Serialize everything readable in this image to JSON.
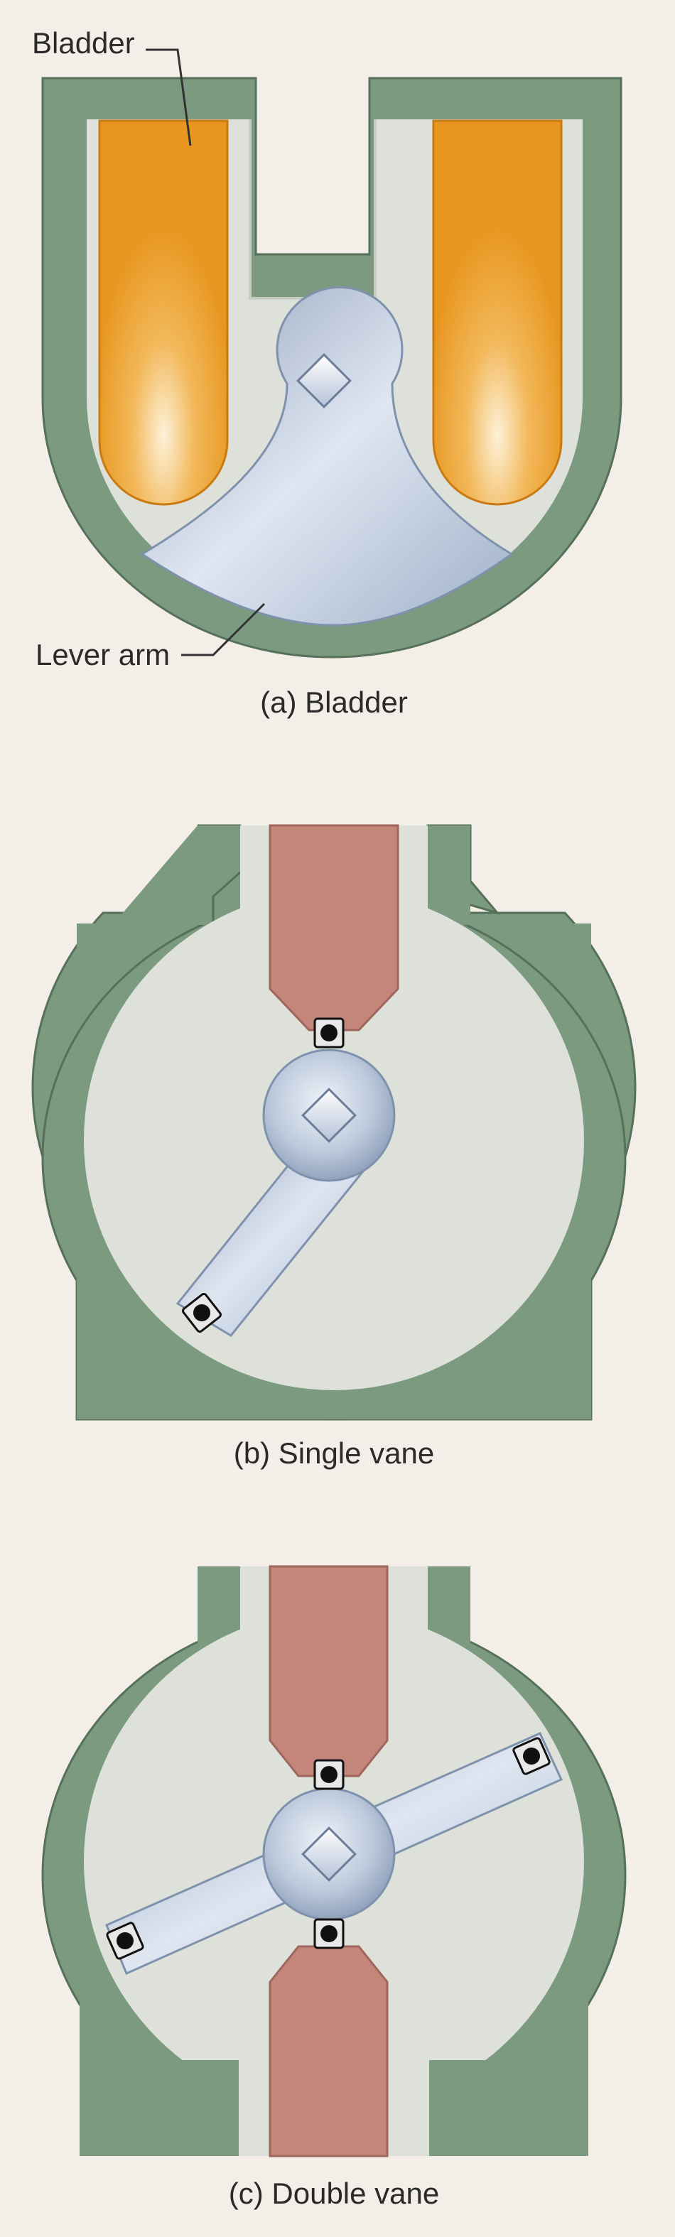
{
  "panels": [
    {
      "id": "bladder",
      "caption": "(a) Bladder",
      "callouts": {
        "bladder": "Bladder",
        "lever_arm": "Lever arm"
      }
    },
    {
      "id": "single_vane",
      "caption": "(b) Single vane"
    },
    {
      "id": "double_vane",
      "caption": "(c) Double vane"
    }
  ],
  "colors": {
    "background": "#f3efe8",
    "housing": "#7b9a7f",
    "housing_outline": "#56705a",
    "chamber": "#dde1d9",
    "bladder": "#e8961f",
    "bladder_highlight": "#fbe4bb",
    "lever": "#b9c7dc",
    "lever_dark": "#7f92ad",
    "stop": "#c4857a",
    "seal": "#111111"
  }
}
